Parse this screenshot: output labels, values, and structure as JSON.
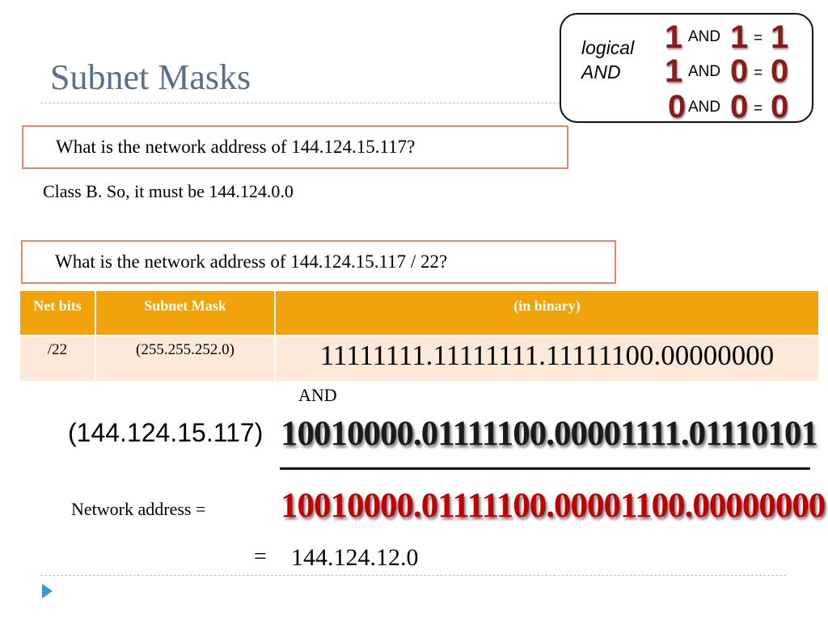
{
  "slide": {
    "title": "Subnet Masks"
  },
  "logic_table": {
    "label_line1": "logical",
    "label_line2": "AND",
    "rows": [
      {
        "a": "1",
        "op": "AND",
        "b": "1",
        "eq": "=",
        "r": "1"
      },
      {
        "a": "1",
        "op": "AND",
        "b": "0",
        "eq": "=",
        "r": "0"
      },
      {
        "a": "0",
        "op": "AND",
        "b": "0",
        "eq": "=",
        "r": "0"
      }
    ]
  },
  "question1": "What is the network address of 144.124.15.117?",
  "answer1": "Class B. So, it must be 144.124.0.0",
  "question2": "What is the network address of 144.124.15.117 / 22?",
  "mask_table": {
    "headers": [
      "Net bits",
      "Subnet Mask",
      "(in binary)"
    ],
    "row": [
      "/22",
      "(255.255.252.0)",
      "11111111.11111111.11111100.00000000"
    ]
  },
  "and_label": "AND",
  "ip_decimal": "(144.124.15.117)",
  "ip_binary": "10010000.01111100.00001111.01110101",
  "network_label": "Network address  =",
  "network_binary": "10010000.01111100.00001100.00000000",
  "result_eq": "=",
  "result_decimal": "144.124.12.0",
  "colors": {
    "title": "#5a6f8a",
    "header_bg": "#f0a30a",
    "row_bg": "#fde9d9",
    "box_border": "#e8876b",
    "logic_digit": "#8b1a1a",
    "network_binary": "#c00000",
    "ip_binary": "#1a1a1a",
    "accent": "#3a9ad1"
  }
}
